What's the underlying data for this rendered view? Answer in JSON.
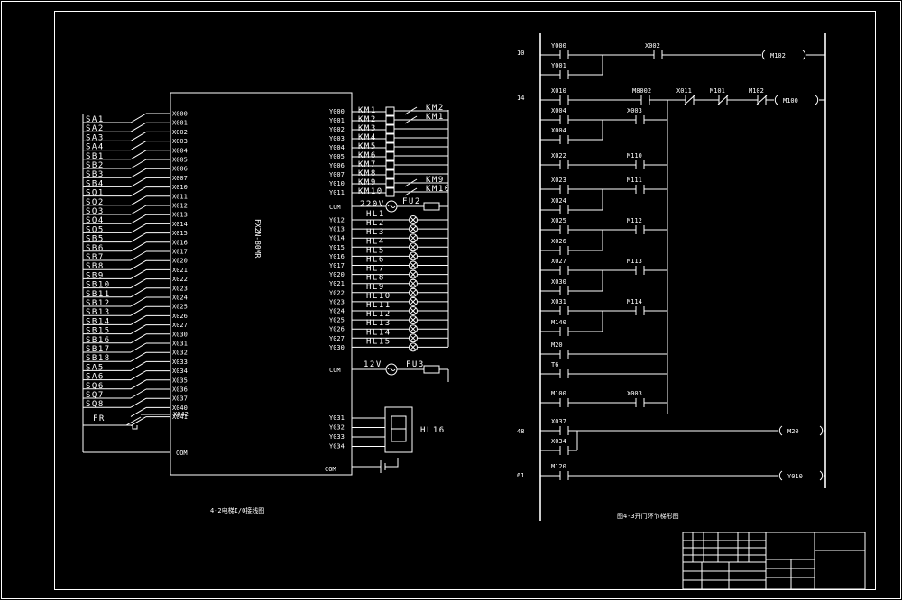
{
  "plc_model": "FX2N-80MR",
  "inputs": [
    "X000",
    "X001",
    "X002",
    "X003",
    "X004",
    "X005",
    "X006",
    "X007",
    "X010",
    "X011",
    "X012",
    "X013",
    "X014",
    "X015",
    "X016",
    "X017",
    "X020",
    "X021",
    "X022",
    "X023",
    "X024",
    "X025",
    "X026",
    "X027",
    "X030",
    "X031",
    "X032",
    "X033",
    "X034",
    "X035",
    "X036",
    "X037",
    "X040",
    "X041"
  ],
  "input_devices": [
    "SA1",
    "SA2",
    "SA3",
    "SA4",
    "SB1",
    "SB2",
    "SB3",
    "SB4",
    "SQ1",
    "SQ2",
    "SQ3",
    "SQ4",
    "SQ5",
    "SB5",
    "SB6",
    "SB7",
    "SB8",
    "SB9",
    "SB10",
    "SB11",
    "SB12",
    "SB13",
    "SB14",
    "SB15",
    "SB16",
    "SB17",
    "SB18",
    "SA5",
    "SA6",
    "SQ6",
    "SQ7",
    "SQ8"
  ],
  "fr_label": "FR",
  "fr_input": "X042",
  "left_com": "COM",
  "outputs_top": [
    "Y000",
    "Y001",
    "Y002",
    "Y003",
    "Y004",
    "Y005",
    "Y006",
    "Y007",
    "Y010",
    "Y011"
  ],
  "com1": "COM",
  "outputs_lamps": [
    "Y012",
    "Y013",
    "Y014",
    "Y015",
    "Y016",
    "Y017",
    "Y020",
    "Y021",
    "Y022",
    "Y023",
    "Y024",
    "Y025",
    "Y026",
    "Y027",
    "Y030"
  ],
  "com2": "COM",
  "outputs_display": [
    "Y031",
    "Y032",
    "Y033",
    "Y034"
  ],
  "com3": "COM",
  "coils": [
    "KM1",
    "KM2",
    "KM3",
    "KM4",
    "KM5",
    "KM6",
    "KM7",
    "KM8",
    "KM9",
    "KM10"
  ],
  "interlock_labels": [
    "KM2",
    "KM1",
    "KM9",
    "KM10"
  ],
  "v220_label": "220V",
  "fu2_label": "FU2",
  "lamps": [
    "HL1",
    "HL2",
    "HL3",
    "HL4",
    "HL5",
    "HL6",
    "HL7",
    "HL8",
    "HL9",
    "HL10",
    "HL11",
    "HL12",
    "HL13",
    "HL14",
    "HL15"
  ],
  "v12_label": "12V",
  "fu3_label": "FU3",
  "display_label": "HL16",
  "left_caption": "4-2电梯I/O接线图",
  "right_caption": "图4-3开门环节梯形图",
  "ladder": {
    "step_numbers": [
      "10",
      "14",
      "48",
      "61"
    ],
    "contacts": [
      {
        "label": "Y000"
      },
      {
        "label": "X002"
      },
      {
        "label": "Y001"
      },
      {
        "label": "X010"
      },
      {
        "label": "M8002"
      },
      {
        "label": "X011"
      },
      {
        "label": "M101"
      },
      {
        "label": "M102"
      },
      {
        "label": "X004"
      },
      {
        "label": "X003"
      },
      {
        "label": "X004"
      },
      {
        "label": "X022"
      },
      {
        "label": "M110"
      },
      {
        "label": "X023"
      },
      {
        "label": "M111"
      },
      {
        "label": "X024"
      },
      {
        "label": "X025"
      },
      {
        "label": "M112"
      },
      {
        "label": "X026"
      },
      {
        "label": "X027"
      },
      {
        "label": "M113"
      },
      {
        "label": "X030"
      },
      {
        "label": "X031"
      },
      {
        "label": "M114"
      },
      {
        "label": "M140"
      },
      {
        "label": "M20"
      },
      {
        "label": "T6"
      },
      {
        "label": "M100"
      },
      {
        "label": "X003"
      },
      {
        "label": "X037"
      },
      {
        "label": "X034"
      },
      {
        "label": "M120"
      }
    ],
    "coils": [
      "M102",
      "M100",
      "M20",
      "Y010"
    ]
  }
}
